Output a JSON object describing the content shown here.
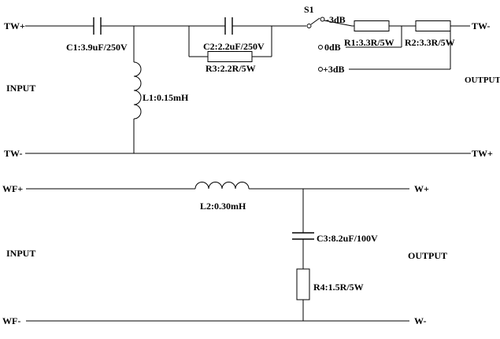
{
  "circuit": {
    "tweeter": {
      "in_pos": "TW+",
      "in_neg": "TW-",
      "out_neg_top": "TW-",
      "out_pos_bottom": "TW+",
      "input": "INPUT",
      "output": "OUTPUT",
      "c1": "C1:3.9uF/250V",
      "l1": "L1:0.15mH",
      "c2": "C2:2.2uF/250V",
      "r3": "R3:2.2R/5W",
      "s1": "S1",
      "att_minus": "-3dB",
      "att_zero": "0dB",
      "att_plus": "+3dB",
      "r1": "R1:3.3R/5W",
      "r2": "R2:3.3R/5W"
    },
    "woofer": {
      "in_pos": "WF+",
      "in_neg": "WF-",
      "out_pos": "W+",
      "out_neg": "W-",
      "input": "INPUT",
      "output": "OUTPUT",
      "l2": "L2:0.30mH",
      "c3": "C3:8.2uF/100V",
      "r4": "R4:1.5R/5W"
    }
  }
}
